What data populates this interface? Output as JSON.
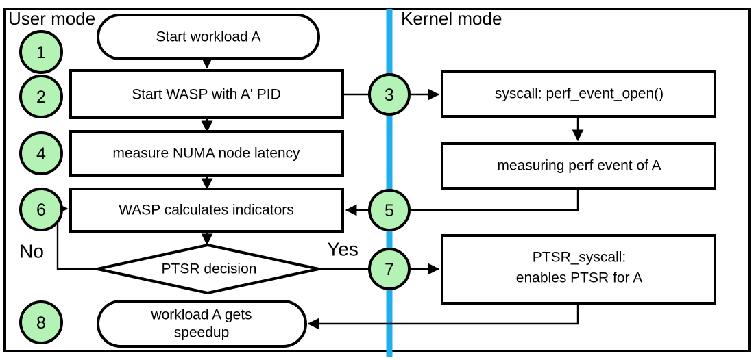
{
  "diagram": {
    "title_regions": {
      "user_mode": "User mode",
      "kernel_mode": "Kernel mode"
    },
    "colors": {
      "step_circle_fill": "#b5f2b5",
      "divider_line": "#22aeec",
      "stroke": "#000000",
      "shape_fill": "#ffffff"
    },
    "nodes": [
      {
        "id": "start-workload",
        "shape": "stadium",
        "text": "Start workload A"
      },
      {
        "id": "start-wasp",
        "shape": "rect",
        "text": "Start WASP with A' PID"
      },
      {
        "id": "measure-latency",
        "shape": "rect",
        "text": "measure NUMA node latency"
      },
      {
        "id": "wasp-calculates",
        "shape": "rect",
        "text": "WASP calculates indicators"
      },
      {
        "id": "ptsr-decision",
        "shape": "diamond",
        "text": "PTSR decision"
      },
      {
        "id": "workload-speedup",
        "shape": "stadium",
        "text_line1": "workload A gets",
        "text_line2": "speedup"
      },
      {
        "id": "perf-event-open",
        "shape": "rect",
        "text": "syscall: perf_event_open()"
      },
      {
        "id": "measuring-perf",
        "shape": "rect",
        "text": "measuring perf event of A"
      },
      {
        "id": "ptsr-syscall",
        "shape": "rect",
        "text_line1": "PTSR_syscall:",
        "text_line2": "enables PTSR for A"
      }
    ],
    "steps": [
      {
        "id": "step-1",
        "number": "1"
      },
      {
        "id": "step-2",
        "number": "2"
      },
      {
        "id": "step-3",
        "number": "3"
      },
      {
        "id": "step-4",
        "number": "4"
      },
      {
        "id": "step-5",
        "number": "5"
      },
      {
        "id": "step-6",
        "number": "6"
      },
      {
        "id": "step-7",
        "number": "7"
      },
      {
        "id": "step-8",
        "number": "8"
      }
    ],
    "branch_labels": {
      "no": "No",
      "yes": "Yes"
    }
  }
}
